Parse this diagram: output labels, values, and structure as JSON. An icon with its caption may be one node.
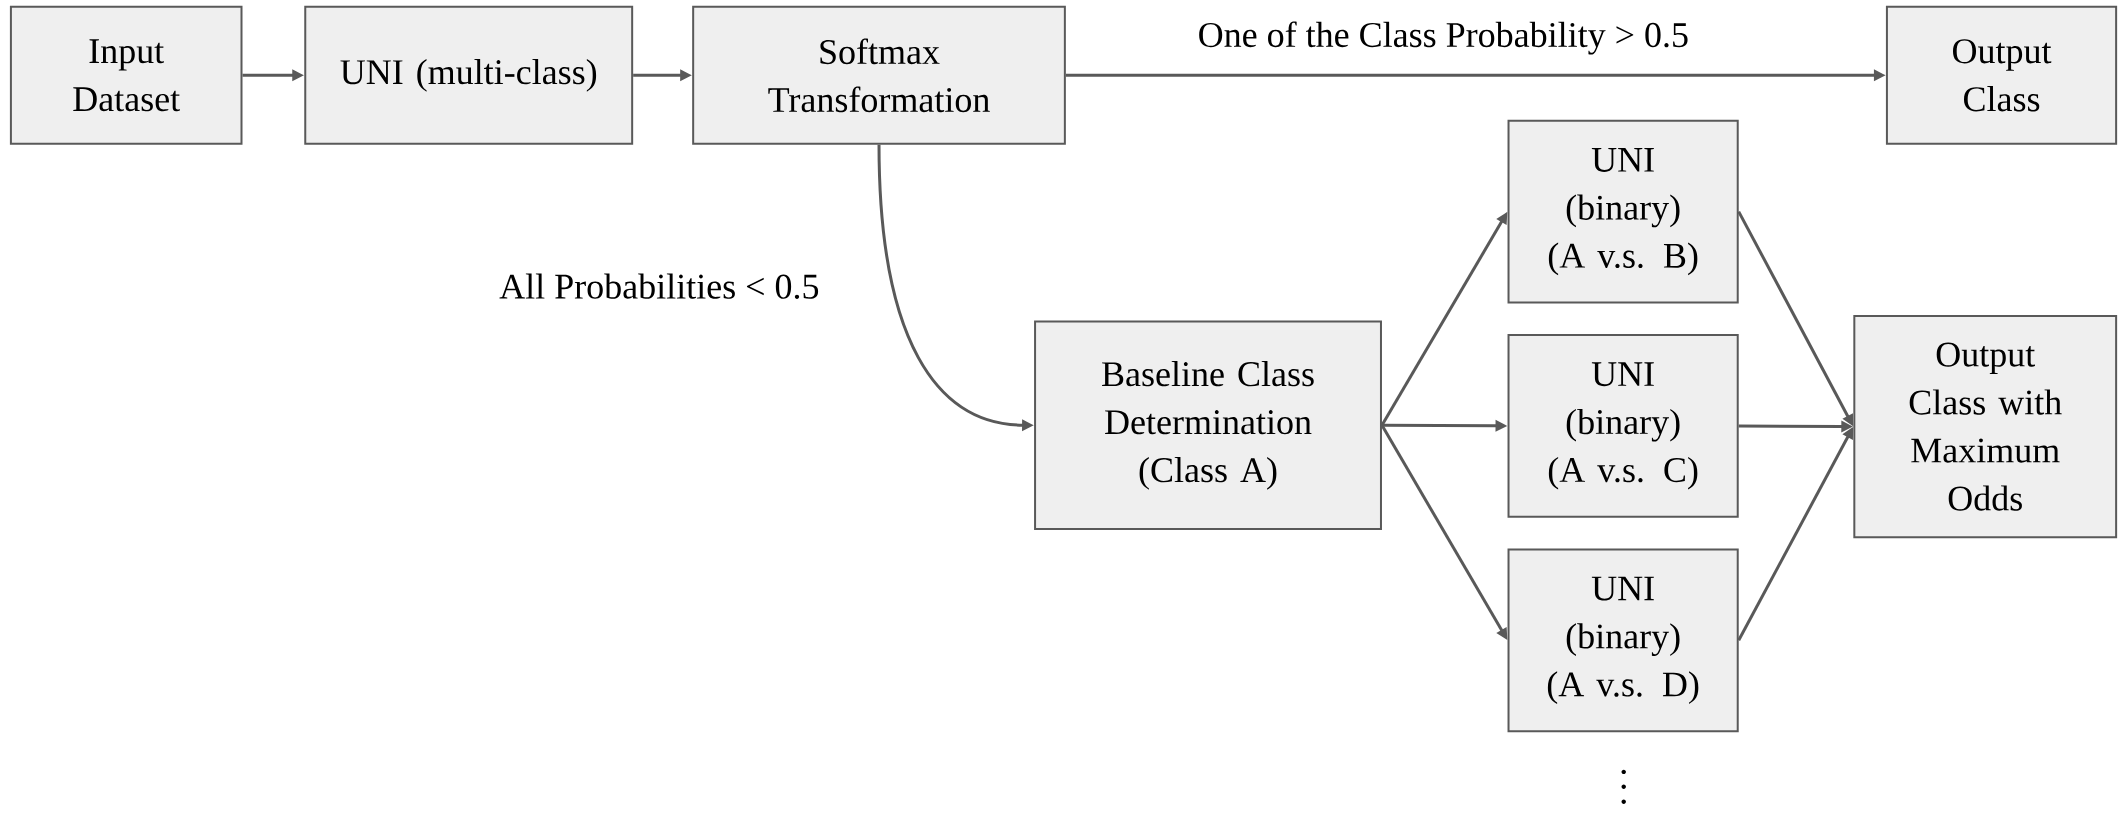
{
  "diagram": {
    "nodes": [
      {
        "text": [
          "Input Dataset"
        ]
      },
      {
        "text": [
          "UNI (multi-class)"
        ]
      },
      {
        "text": [
          "Softmax Transformation"
        ]
      },
      {
        "text": [
          "Output Class"
        ]
      },
      {
        "text": [
          "Baseline Class Determination (Class A)"
        ]
      },
      {
        "text": [
          "UNI (binary) (A v.s. B)"
        ]
      },
      {
        "text": [
          "UNI (binary) (A v.s. C)"
        ]
      },
      {
        "text": [
          "UNI (binary) (A v.s. D)"
        ]
      },
      {
        "text": [
          "Output Class with Maximum Odds"
        ]
      }
    ],
    "edges": [
      {
        "from": 0,
        "to": 1,
        "arrow": "to"
      },
      {
        "from": 1,
        "to": 2,
        "arrow": "to"
      },
      {
        "from": 2,
        "to": 3,
        "arrow": "to",
        "label": "One of the Class Probability > 0.5"
      },
      {
        "from": 2,
        "to": 4,
        "arrow": "to",
        "label": "All Probabilities < 0.5"
      },
      {
        "from": 4,
        "to": 5,
        "arrow": "to"
      },
      {
        "from": 4,
        "to": 6,
        "arrow": "to"
      },
      {
        "from": 4,
        "to": 7,
        "arrow": "to"
      },
      {
        "from": 5,
        "to": 8,
        "arrow": "to"
      },
      {
        "from": 6,
        "to": 8,
        "arrow": "to"
      },
      {
        "from": 7,
        "to": 8,
        "arrow": "to"
      }
    ]
  }
}
